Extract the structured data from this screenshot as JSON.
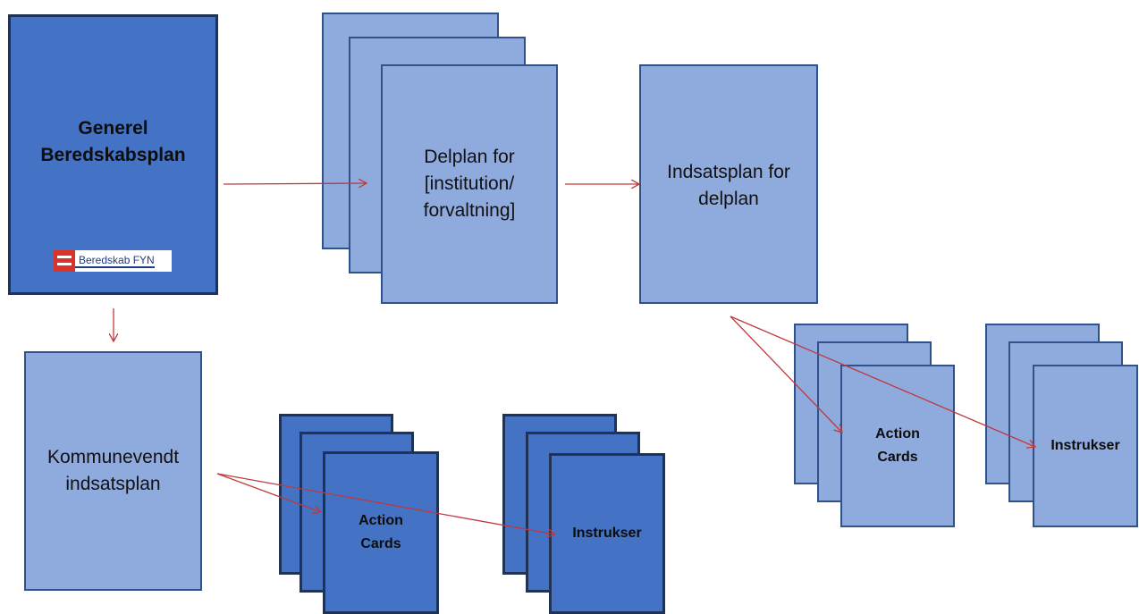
{
  "general_plan": {
    "title_line1": "Generel",
    "title_line2": "Beredskabsplan",
    "logo_text": "Beredskab FYN"
  },
  "delplan": {
    "line1": "Delplan for",
    "line2": "[institution/",
    "line3": "forvaltning]"
  },
  "indsatsplan": {
    "line1": "Indsatsplan for",
    "line2": "delplan"
  },
  "kommune": {
    "line1": "Kommunevendt",
    "line2": "indsatsplan"
  },
  "action_cards_bottom": {
    "line1": "Action",
    "line2": "Cards"
  },
  "instrukser_bottom": {
    "label": "Instrukser"
  },
  "action_cards_right": {
    "line1": "Action",
    "line2": "Cards"
  },
  "instrukser_right": {
    "label": "Instrukser"
  },
  "colors": {
    "light_fill": "#8faadc",
    "dark_fill": "#4472c4",
    "border": "#2f528f",
    "arrow": "#c0393b"
  }
}
